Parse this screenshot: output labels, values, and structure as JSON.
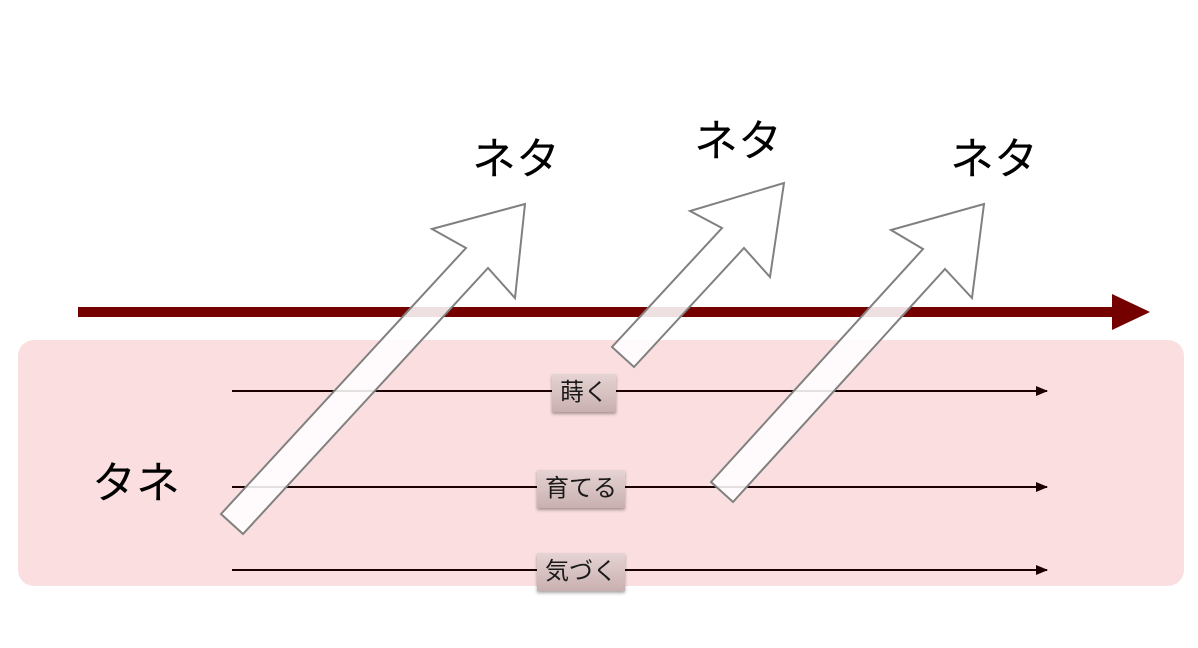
{
  "labels": {
    "neta_1": "ネタ",
    "neta_2": "ネタ",
    "neta_3": "ネタ",
    "tane": "タネ",
    "lane_top": "蒔く",
    "lane_middle": "育てる",
    "lane_bottom": "気づく"
  },
  "colors": {
    "timeline": "#750000",
    "band": "#fbdfe0",
    "lane_line": "#1a0000",
    "big_arrow_fill": "#ffffff",
    "big_arrow_stroke": "#808080"
  }
}
